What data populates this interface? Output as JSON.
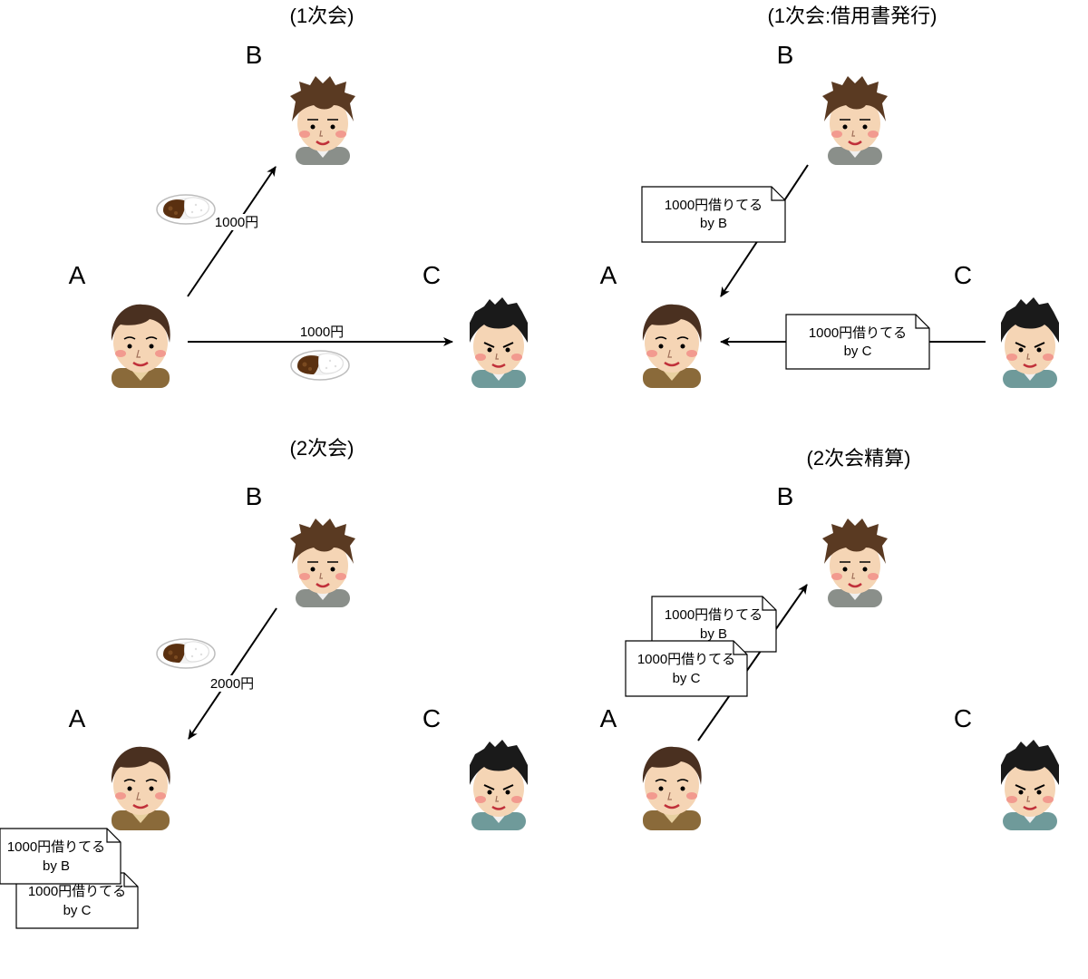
{
  "panels": [
    {
      "title": "(1次会)",
      "people": [
        {
          "label": "A",
          "hair": "brown"
        },
        {
          "label": "B",
          "hair": "messy"
        },
        {
          "label": "C",
          "hair": "black"
        }
      ],
      "edges": [
        {
          "from": "A",
          "to": "B",
          "label": "1000円"
        },
        {
          "from": "A",
          "to": "C",
          "label": "1000円"
        }
      ],
      "notes": [],
      "curry_count": 2
    },
    {
      "title": "(1次会:借用書発行)",
      "people": [
        {
          "label": "A",
          "hair": "brown"
        },
        {
          "label": "B",
          "hair": "messy"
        },
        {
          "label": "C",
          "hair": "black"
        }
      ],
      "edges": [
        {
          "from": "B",
          "to": "A",
          "label": ""
        },
        {
          "from": "C",
          "to": "A",
          "label": ""
        }
      ],
      "notes": [
        {
          "line1": "1000円借りてる",
          "line2": "by B"
        },
        {
          "line1": "1000円借りてる",
          "line2": "by C"
        }
      ],
      "curry_count": 0
    },
    {
      "title": "(2次会)",
      "people": [
        {
          "label": "A",
          "hair": "brown"
        },
        {
          "label": "B",
          "hair": "messy"
        },
        {
          "label": "C",
          "hair": "black"
        }
      ],
      "edges": [
        {
          "from": "B",
          "to": "A",
          "label": "2000円"
        }
      ],
      "notes": [
        {
          "line1": "1000円借りてる",
          "line2": "by B"
        },
        {
          "line1": "1000円借りてる",
          "line2": "by C"
        }
      ],
      "curry_count": 1
    },
    {
      "title": "(2次会精算)",
      "people": [
        {
          "label": "A",
          "hair": "brown"
        },
        {
          "label": "B",
          "hair": "messy"
        },
        {
          "label": "C",
          "hair": "black"
        }
      ],
      "edges": [
        {
          "from": "A",
          "to": "B",
          "label": ""
        }
      ],
      "notes": [
        {
          "line1": "1000円借りてる",
          "line2": "by B"
        },
        {
          "line1": "1000円借りてる",
          "line2": "by C"
        }
      ],
      "curry_count": 0
    }
  ],
  "colors": {
    "line": "#000000",
    "skin": "#f5d5b5",
    "cheek": "#f29a8f",
    "hair_brown": "#4a3020",
    "hair_messy": "#5a3a22",
    "hair_black": "#1a1a1a",
    "shirt_brown": "#8a6a3a",
    "shirt_gray": "#8a8f8a",
    "shirt_teal": "#6f9a9a",
    "curry": "#5a3010",
    "rice": "#ffffff"
  }
}
